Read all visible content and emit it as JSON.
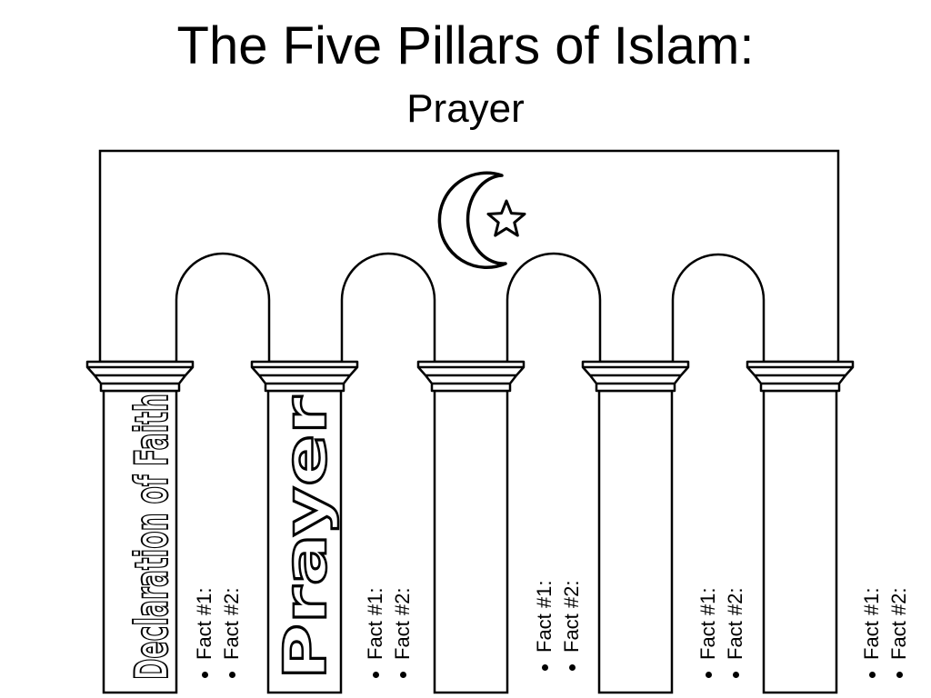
{
  "page": {
    "title": "The Five Pillars of Islam:",
    "subtitle": "Prayer"
  },
  "pillars": [
    {
      "label": "Declaration of Faith",
      "facts": [
        "Fact #1:",
        "Fact #2:"
      ]
    },
    {
      "label": "Prayer",
      "facts": [
        "Fact #1:",
        "Fact #2:"
      ]
    },
    {
      "label": "",
      "facts": [
        "Fact #1:",
        "Fact #2:"
      ]
    },
    {
      "label": "",
      "facts": [
        "Fact #1:",
        "Fact #2:"
      ]
    },
    {
      "label": "",
      "facts": [
        "Fact #1:",
        "Fact #2:"
      ]
    }
  ],
  "icons": {
    "emblem": "crescent-and-star-icon"
  },
  "colors": {
    "stroke": "#000000",
    "background": "#ffffff"
  }
}
